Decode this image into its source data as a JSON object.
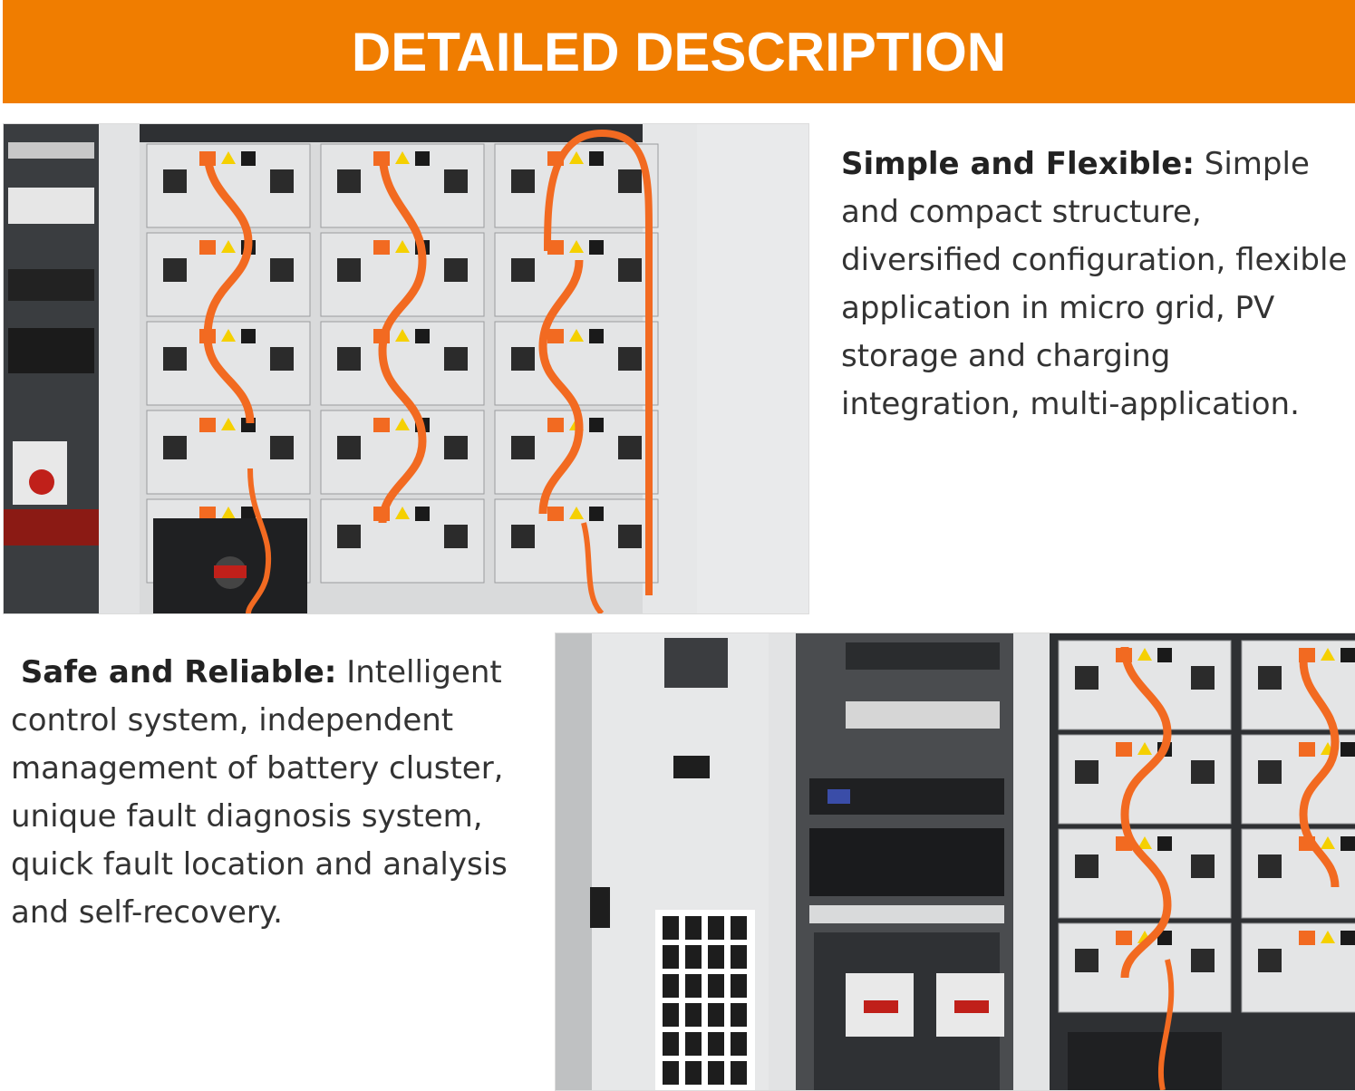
{
  "header": {
    "title": "DETAILED DESCRIPTION"
  },
  "colors": {
    "header_bg": "#f07d00",
    "header_text": "#ffffff",
    "body_text": "#333333",
    "cable_accent": "#f26a21"
  },
  "section1": {
    "heading": "Simple and Flexible:",
    "text": " Simple and compact structure, diversified configuration, flexible application in micro grid, PV storage and charging integration, multi-application."
  },
  "section2": {
    "heading": "Safe and Reliable:",
    "text": " Intelligent control system, independent management of battery cluster, unique fault diagnosis system, quick fault location and analysis and self-recovery."
  }
}
